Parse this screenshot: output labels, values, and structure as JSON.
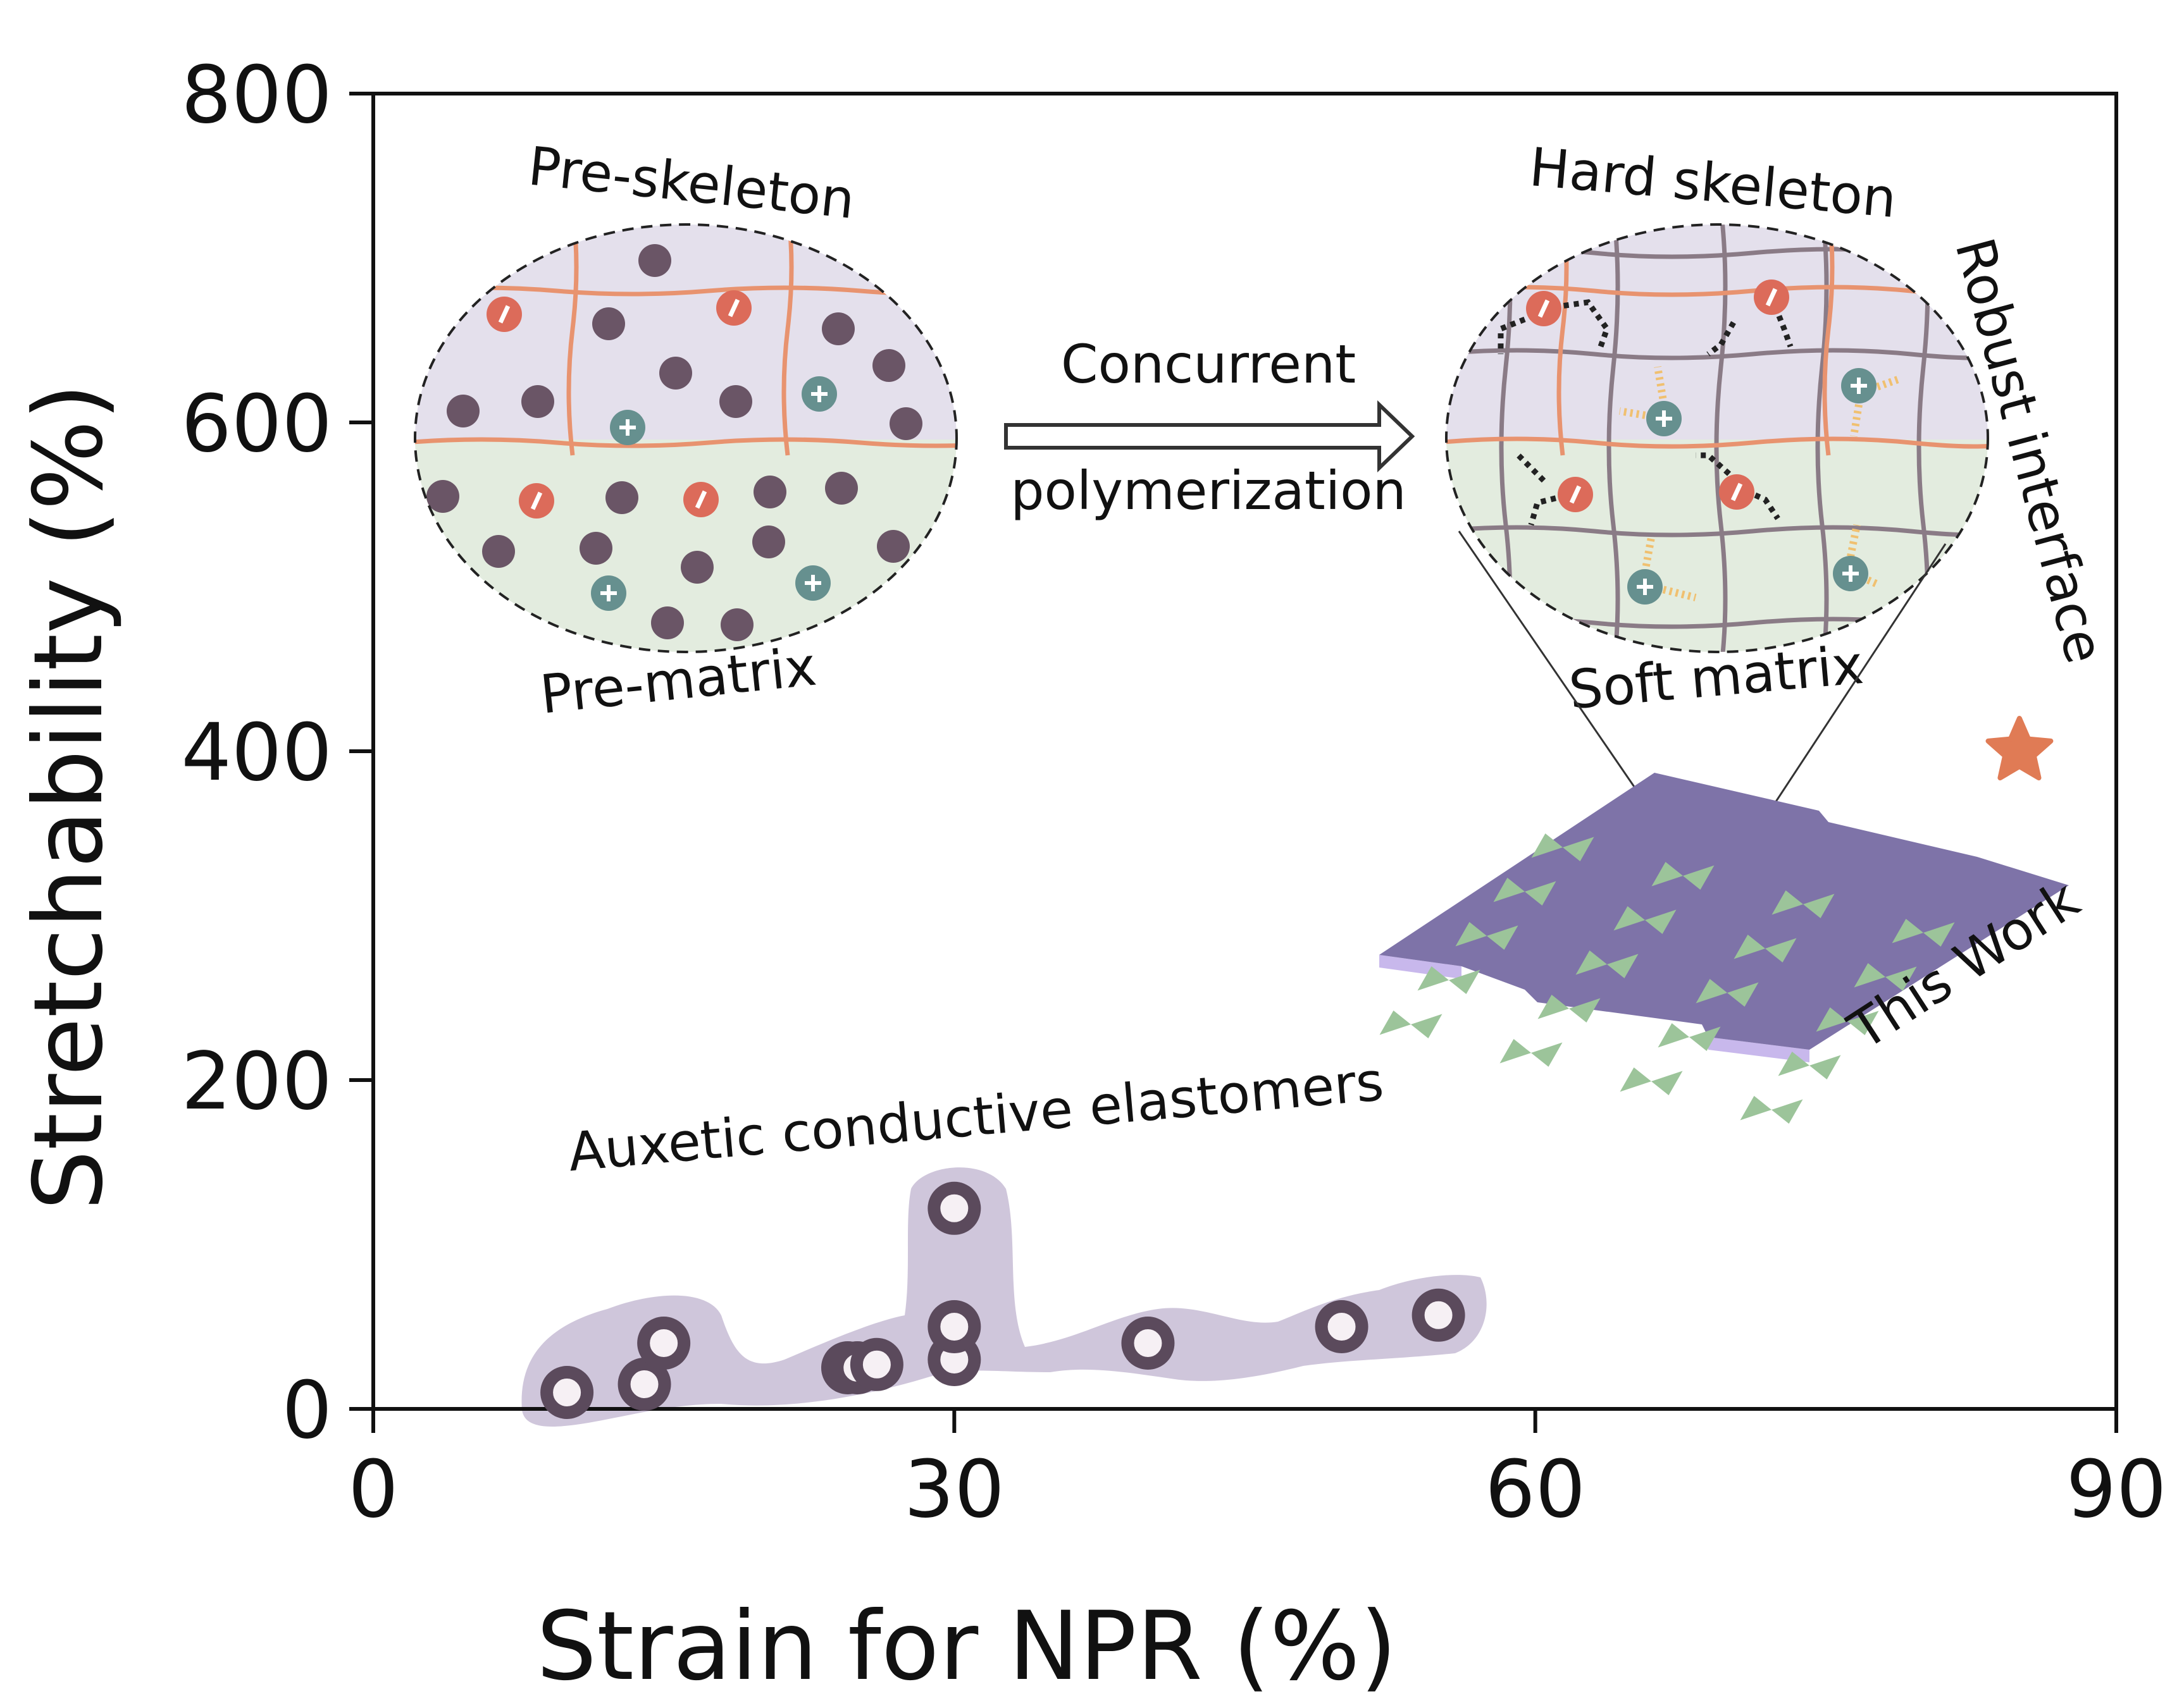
{
  "chart_data": {
    "type": "scatter",
    "xlabel": "Strain for NPR (%)",
    "ylabel": "Stretchability (%)",
    "xlim": [
      0,
      90
    ],
    "ylim": [
      0,
      800
    ],
    "xticks": [
      0,
      30,
      60,
      90
    ],
    "yticks": [
      0,
      200,
      400,
      600,
      800
    ],
    "grid": false,
    "series": [
      {
        "name": "Auxetic conductive elastomers",
        "marker": "ring",
        "color": "#5b4a5c",
        "points": [
          {
            "x": 10,
            "y": 10
          },
          {
            "x": 14,
            "y": 15
          },
          {
            "x": 15,
            "y": 40
          },
          {
            "x": 24.5,
            "y": 25
          },
          {
            "x": 25,
            "y": 25
          },
          {
            "x": 26,
            "y": 27
          },
          {
            "x": 30,
            "y": 30
          },
          {
            "x": 30,
            "y": 50
          },
          {
            "x": 30,
            "y": 122
          },
          {
            "x": 40,
            "y": 40
          },
          {
            "x": 50,
            "y": 50
          },
          {
            "x": 55,
            "y": 57
          }
        ]
      },
      {
        "name": "This Work",
        "marker": "star",
        "color": "#e07b55",
        "points": [
          {
            "x": 85,
            "y": 400
          }
        ]
      }
    ],
    "annotations": {
      "pre_skeleton": "Pre-skeleton",
      "pre_matrix": "Pre-matrix",
      "arrow_line1": "Concurrent",
      "arrow_line2": "polymerization",
      "hard_skeleton": "Hard skeleton",
      "soft_matrix": "Soft matrix",
      "robust_interface": "Robust interface",
      "this_work": "This Work",
      "region_label": "Auxetic conductive elastomers"
    },
    "colors": {
      "skeleton": "#e8936f",
      "hard_grid": "#8a7b86",
      "upper_phase": "#e4e0ec",
      "lower_phase": "#e3ecdf",
      "neutral_dot": "#6a5566",
      "negative_ion": "#dc6b5a",
      "positive_ion": "#66908f",
      "region_fill": "#cfc6db",
      "film": "#7e73a8",
      "film_edge": "#c8b8ec",
      "film_pattern": "#9cc49a",
      "bond_dark": "#222222",
      "bond_light": "#f0c070"
    }
  }
}
